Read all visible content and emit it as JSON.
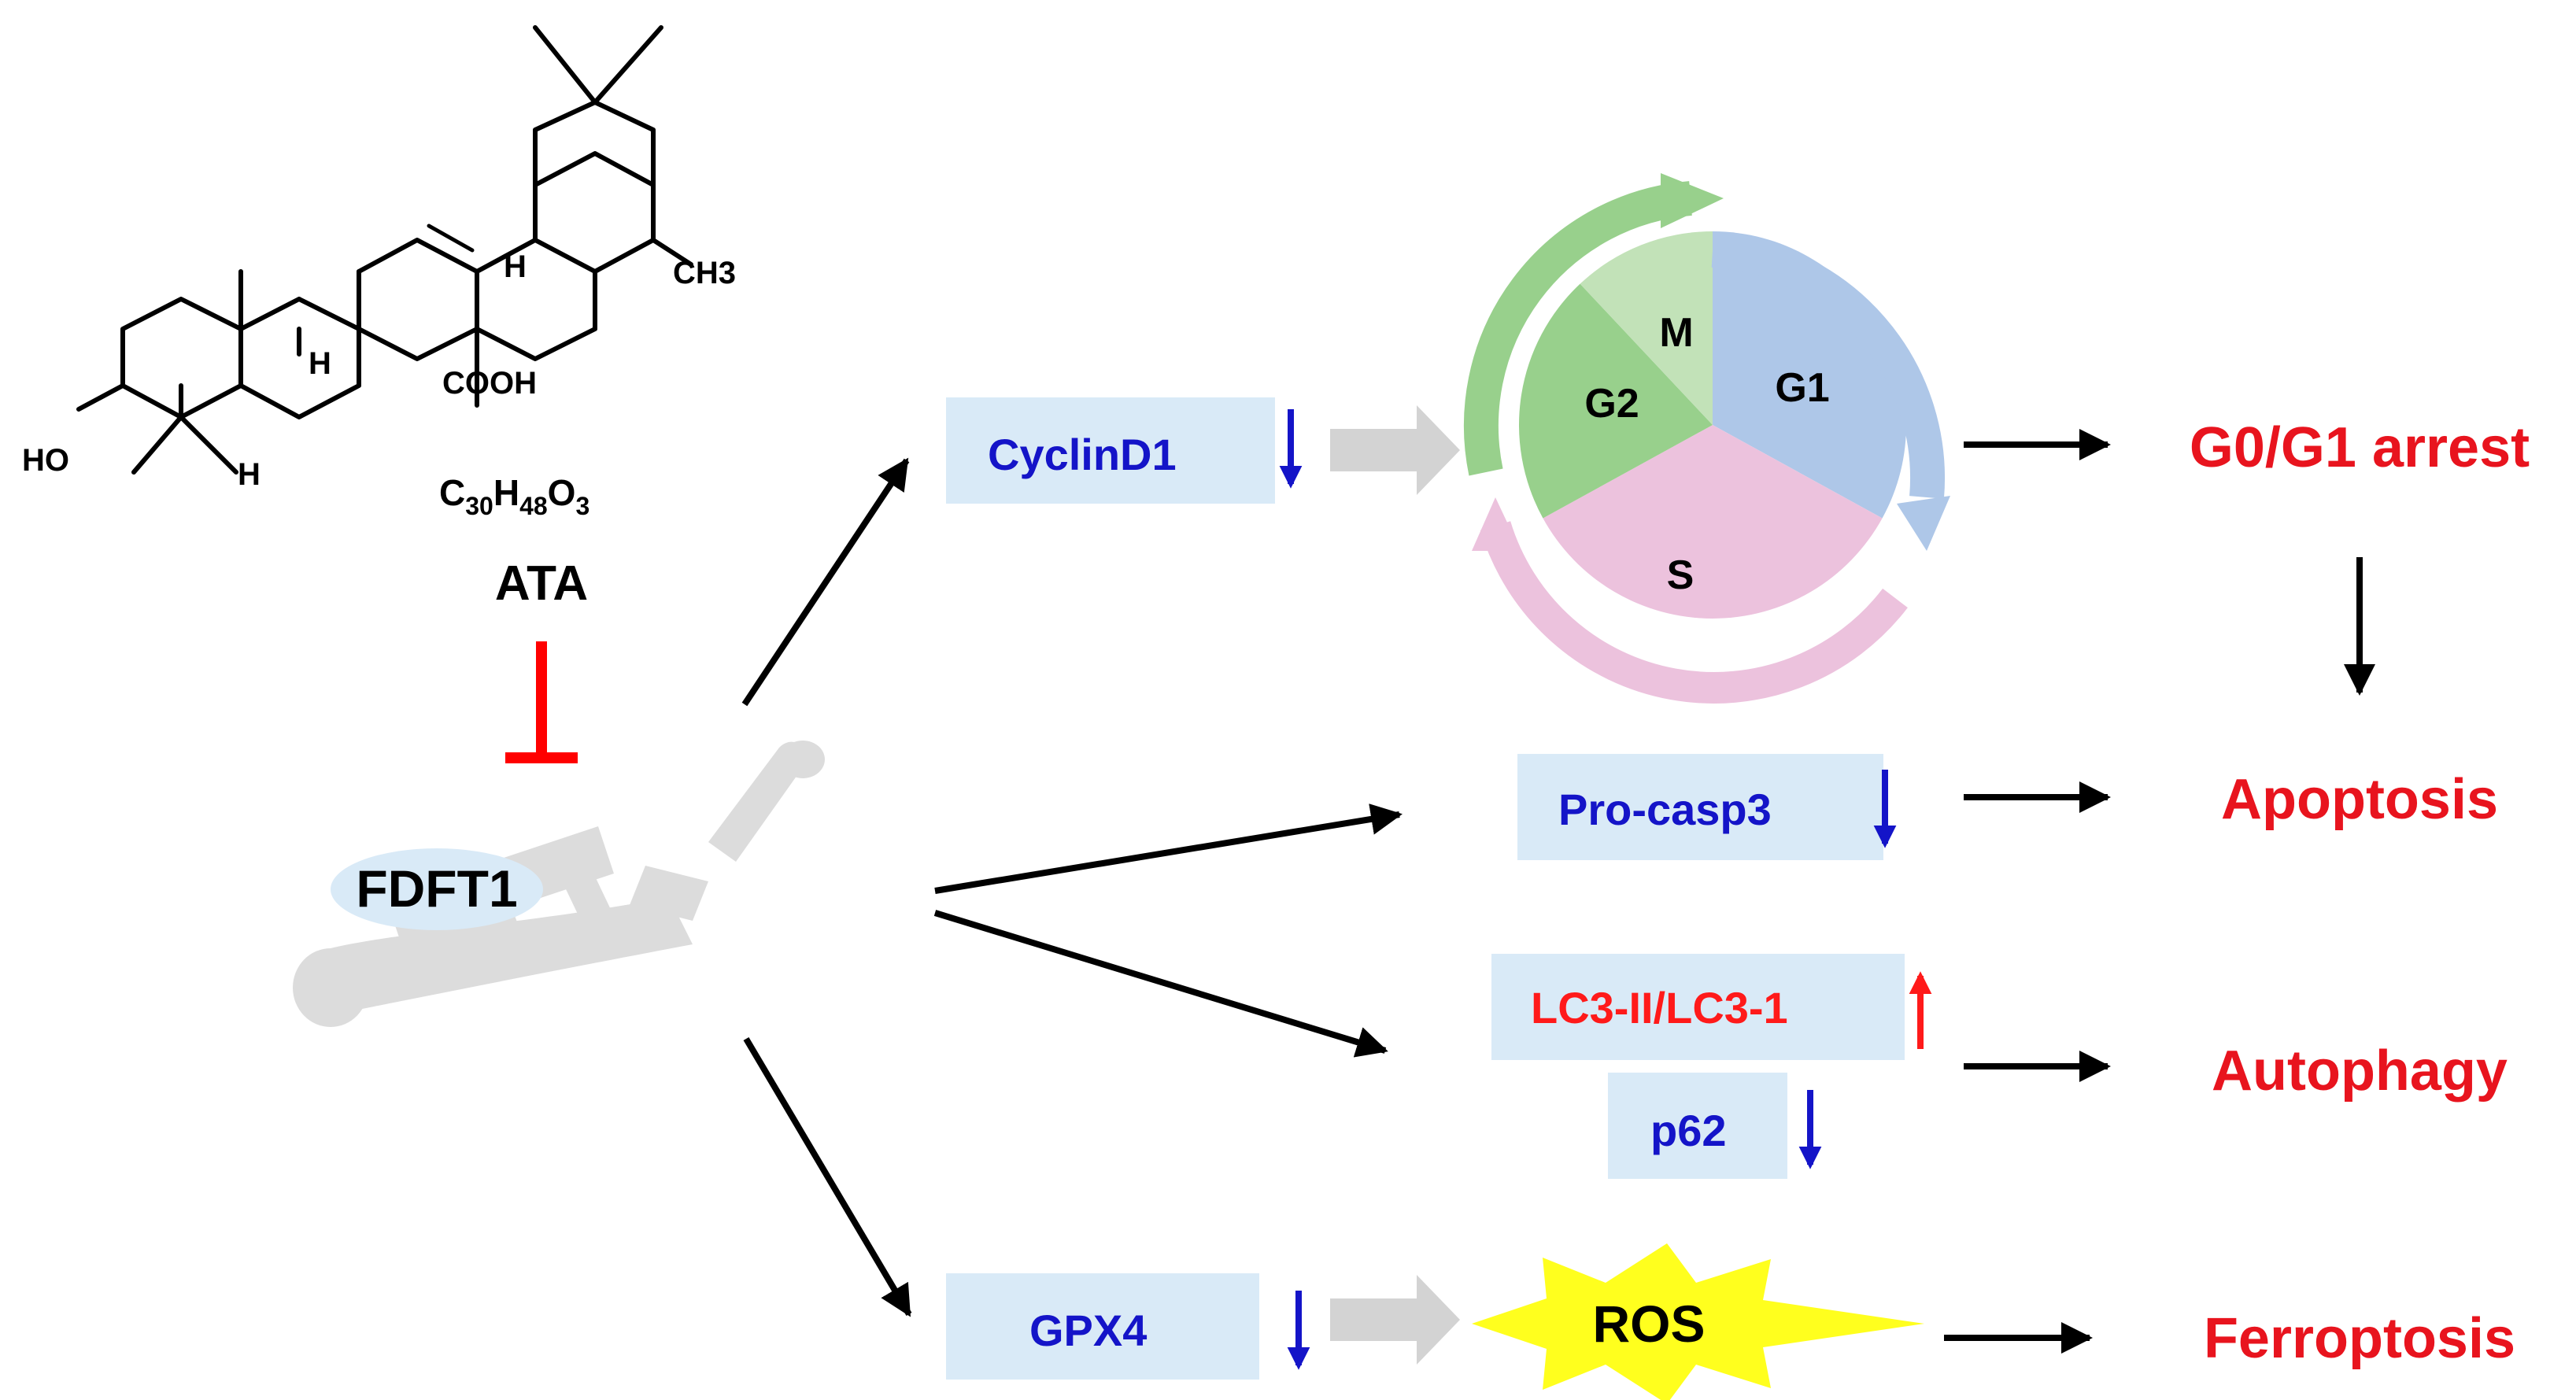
{
  "compound": {
    "substituents": {
      "hydroxyl": "HO",
      "methyl": "CH3",
      "carboxyl": "COOH",
      "hydrogen_a": "H",
      "hydrogen_b": "H",
      "hydrogen_c": "H"
    },
    "formula_parts": [
      "C",
      "30",
      "H",
      "48",
      "O",
      "3"
    ],
    "name": "ATA"
  },
  "target": {
    "label": "FDFT1"
  },
  "markers": {
    "cyclin": "CyclinD1",
    "procasp": "Pro-casp3",
    "lc3": "LC3-II/LC3-1",
    "p62": "p62",
    "gpx": "GPX4",
    "ros": "ROS"
  },
  "cell_cycle": {
    "phases": [
      {
        "label": "G1",
        "share": 0.33,
        "color": "#aec7e8"
      },
      {
        "label": "S",
        "share": 0.34,
        "color": "#ecc2dd"
      },
      {
        "label": "G2",
        "share": 0.21,
        "color": "#98d08c"
      },
      {
        "label": "M",
        "share": 0.12,
        "color": "#c2e2b8"
      }
    ]
  },
  "outcomes": {
    "arrest": "G0/G1 arrest",
    "apoptosis": "Apoptosis",
    "autophagy": "Autophagy",
    "ferroptosis": "Ferroptosis"
  },
  "colors": {
    "down_marker": "#1414c8",
    "up_marker": "#ff1a1a",
    "outcome": "#e8141e",
    "box_fill": "#d9eaf7",
    "inhibit": "#ff0000",
    "gray_arrow": "#d3d3d3",
    "ros_burst": "#ffff1e"
  }
}
